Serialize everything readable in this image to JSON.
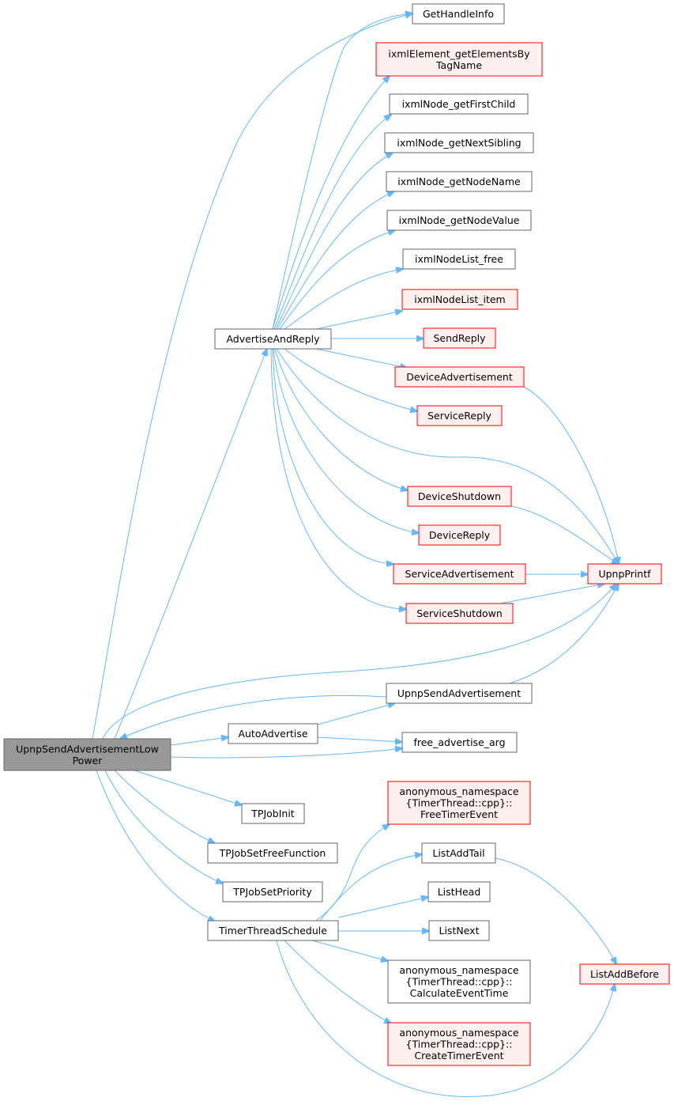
{
  "colors": {
    "edge": "#63b8ff",
    "normal_fill": "#ffffff",
    "normal_stroke": "#666666",
    "red_fill": "#fff0f0",
    "red_stroke": "#ff0000",
    "root_fill": "#999999",
    "root_stroke": "#666666"
  },
  "nodes": [
    {
      "id": "root",
      "style": "root",
      "lines": [
        "UpnpSendAdvertisementLow",
        "Power"
      ]
    },
    {
      "id": "GetHandleInfo",
      "style": "normal",
      "lines": [
        "GetHandleInfo"
      ]
    },
    {
      "id": "ixmlElement_getElementsByTagName",
      "style": "red",
      "lines": [
        "ixmlElement_getElementsBy",
        "TagName"
      ]
    },
    {
      "id": "ixmlNode_getFirstChild",
      "style": "normal",
      "lines": [
        "ixmlNode_getFirstChild"
      ]
    },
    {
      "id": "ixmlNode_getNextSibling",
      "style": "normal",
      "lines": [
        "ixmlNode_getNextSibling"
      ]
    },
    {
      "id": "ixmlNode_getNodeName",
      "style": "normal",
      "lines": [
        "ixmlNode_getNodeName"
      ]
    },
    {
      "id": "ixmlNode_getNodeValue",
      "style": "normal",
      "lines": [
        "ixmlNode_getNodeValue"
      ]
    },
    {
      "id": "ixmlNodeList_free",
      "style": "normal",
      "lines": [
        "ixmlNodeList_free"
      ]
    },
    {
      "id": "ixmlNodeList_item",
      "style": "red",
      "lines": [
        "ixmlNodeList_item"
      ]
    },
    {
      "id": "AdvertiseAndReply",
      "style": "normal",
      "lines": [
        "AdvertiseAndReply"
      ]
    },
    {
      "id": "SendReply",
      "style": "red",
      "lines": [
        "SendReply"
      ]
    },
    {
      "id": "DeviceAdvertisement",
      "style": "red",
      "lines": [
        "DeviceAdvertisement"
      ]
    },
    {
      "id": "ServiceReply",
      "style": "red",
      "lines": [
        "ServiceReply"
      ]
    },
    {
      "id": "DeviceShutdown",
      "style": "red",
      "lines": [
        "DeviceShutdown"
      ]
    },
    {
      "id": "DeviceReply",
      "style": "red",
      "lines": [
        "DeviceReply"
      ]
    },
    {
      "id": "ServiceAdvertisement",
      "style": "red",
      "lines": [
        "ServiceAdvertisement"
      ]
    },
    {
      "id": "UpnpPrintf",
      "style": "red",
      "lines": [
        "UpnpPrintf"
      ]
    },
    {
      "id": "ServiceShutdown",
      "style": "red",
      "lines": [
        "ServiceShutdown"
      ]
    },
    {
      "id": "UpnpSendAdvertisement",
      "style": "normal",
      "lines": [
        "UpnpSendAdvertisement"
      ]
    },
    {
      "id": "AutoAdvertise",
      "style": "normal",
      "lines": [
        "AutoAdvertise"
      ]
    },
    {
      "id": "free_advertise_arg",
      "style": "normal",
      "lines": [
        "free_advertise_arg"
      ]
    },
    {
      "id": "FreeTimerEvent",
      "style": "red",
      "lines": [
        "anonymous_namespace",
        "{TimerThread::cpp}::",
        "FreeTimerEvent"
      ]
    },
    {
      "id": "TPJobInit",
      "style": "normal",
      "lines": [
        "TPJobInit"
      ]
    },
    {
      "id": "TPJobSetFreeFunction",
      "style": "normal",
      "lines": [
        "TPJobSetFreeFunction"
      ]
    },
    {
      "id": "ListAddTail",
      "style": "normal",
      "lines": [
        "ListAddTail"
      ]
    },
    {
      "id": "ListHead",
      "style": "normal",
      "lines": [
        "ListHead"
      ]
    },
    {
      "id": "TPJobSetPriority",
      "style": "normal",
      "lines": [
        "TPJobSetPriority"
      ]
    },
    {
      "id": "TimerThreadSchedule",
      "style": "normal",
      "lines": [
        "TimerThreadSchedule"
      ]
    },
    {
      "id": "ListNext",
      "style": "normal",
      "lines": [
        "ListNext"
      ]
    },
    {
      "id": "CalculateEventTime",
      "style": "normal",
      "lines": [
        "anonymous_namespace",
        "{TimerThread::cpp}::",
        "CalculateEventTime"
      ]
    },
    {
      "id": "ListAddBefore",
      "style": "red",
      "lines": [
        "ListAddBefore"
      ]
    },
    {
      "id": "CreateTimerEvent",
      "style": "red",
      "lines": [
        "anonymous_namespace",
        "{TimerThread::cpp}::",
        "CreateTimerEvent"
      ]
    }
  ],
  "edges": [
    {
      "from": "root",
      "to": "GetHandleInfo"
    },
    {
      "from": "root",
      "to": "AdvertiseAndReply"
    },
    {
      "from": "root",
      "to": "UpnpPrintf"
    },
    {
      "from": "root",
      "to": "AutoAdvertise"
    },
    {
      "from": "root",
      "to": "free_advertise_arg"
    },
    {
      "from": "root",
      "to": "TPJobInit"
    },
    {
      "from": "root",
      "to": "TPJobSetFreeFunction"
    },
    {
      "from": "root",
      "to": "TPJobSetPriority"
    },
    {
      "from": "root",
      "to": "TimerThreadSchedule"
    },
    {
      "from": "UpnpSendAdvertisement",
      "to": "root"
    },
    {
      "from": "AdvertiseAndReply",
      "to": "GetHandleInfo"
    },
    {
      "from": "AdvertiseAndReply",
      "to": "ixmlElement_getElementsByTagName"
    },
    {
      "from": "AdvertiseAndReply",
      "to": "ixmlNode_getFirstChild"
    },
    {
      "from": "AdvertiseAndReply",
      "to": "ixmlNode_getNextSibling"
    },
    {
      "from": "AdvertiseAndReply",
      "to": "ixmlNode_getNodeName"
    },
    {
      "from": "AdvertiseAndReply",
      "to": "ixmlNode_getNodeValue"
    },
    {
      "from": "AdvertiseAndReply",
      "to": "ixmlNodeList_free"
    },
    {
      "from": "AdvertiseAndReply",
      "to": "ixmlNodeList_item"
    },
    {
      "from": "AdvertiseAndReply",
      "to": "SendReply"
    },
    {
      "from": "AdvertiseAndReply",
      "to": "DeviceAdvertisement"
    },
    {
      "from": "AdvertiseAndReply",
      "to": "ServiceReply"
    },
    {
      "from": "AdvertiseAndReply",
      "to": "UpnpPrintf"
    },
    {
      "from": "AdvertiseAndReply",
      "to": "DeviceShutdown"
    },
    {
      "from": "AdvertiseAndReply",
      "to": "DeviceReply"
    },
    {
      "from": "AdvertiseAndReply",
      "to": "ServiceAdvertisement"
    },
    {
      "from": "AdvertiseAndReply",
      "to": "ServiceShutdown"
    },
    {
      "from": "DeviceAdvertisement",
      "to": "UpnpPrintf"
    },
    {
      "from": "DeviceShutdown",
      "to": "UpnpPrintf"
    },
    {
      "from": "ServiceAdvertisement",
      "to": "UpnpPrintf"
    },
    {
      "from": "ServiceShutdown",
      "to": "UpnpPrintf"
    },
    {
      "from": "UpnpSendAdvertisement",
      "to": "UpnpPrintf"
    },
    {
      "from": "AutoAdvertise",
      "to": "UpnpSendAdvertisement"
    },
    {
      "from": "AutoAdvertise",
      "to": "free_advertise_arg"
    },
    {
      "from": "TimerThreadSchedule",
      "to": "FreeTimerEvent"
    },
    {
      "from": "TimerThreadSchedule",
      "to": "ListAddTail"
    },
    {
      "from": "TimerThreadSchedule",
      "to": "ListHead"
    },
    {
      "from": "TimerThreadSchedule",
      "to": "ListNext"
    },
    {
      "from": "TimerThreadSchedule",
      "to": "CalculateEventTime"
    },
    {
      "from": "TimerThreadSchedule",
      "to": "CreateTimerEvent"
    },
    {
      "from": "TimerThreadSchedule",
      "to": "ListAddBefore"
    },
    {
      "from": "ListAddTail",
      "to": "ListAddBefore"
    }
  ]
}
